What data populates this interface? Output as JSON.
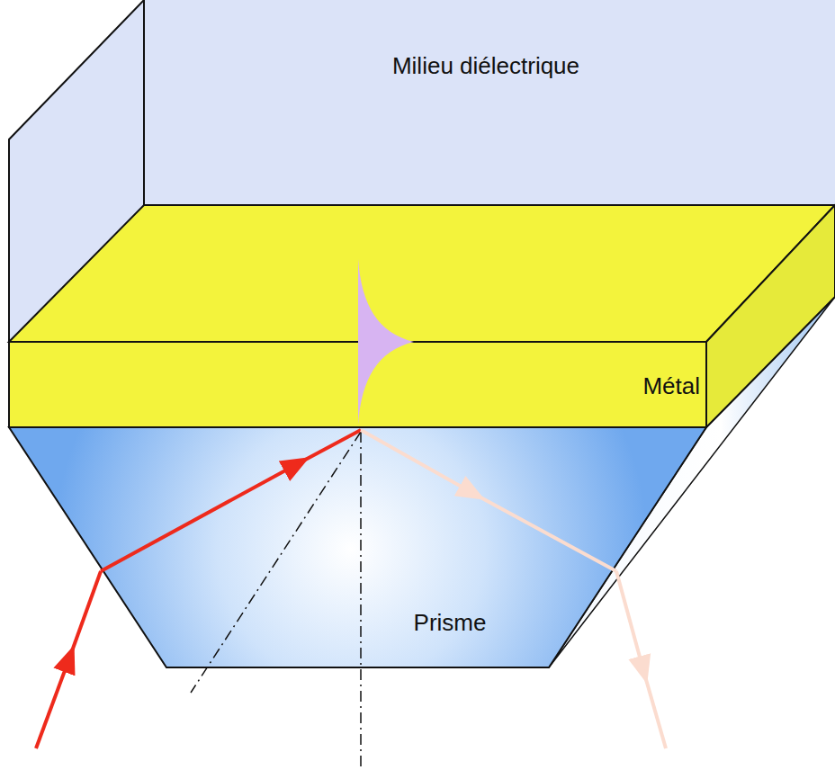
{
  "diagram": {
    "labels": [
      "Milieu diélectrique",
      "Métal",
      "Prisme"
    ]
  }
}
